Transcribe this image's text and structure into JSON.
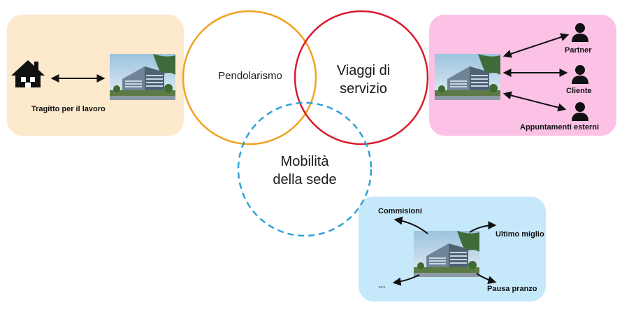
{
  "venn": {
    "commuting": "Pendolarismo",
    "business_travel_line1": "Viaggi di",
    "business_travel_line2": "servizio",
    "site_mobility_line1": "Mobilità",
    "site_mobility_line2": "della sede"
  },
  "commute_panel": {
    "caption": "Tragitto per il lavoro"
  },
  "business_panel": {
    "destinations": [
      "Partner",
      "Cliente",
      "Appuntamenti esterni"
    ]
  },
  "site_panel": {
    "trips": [
      "Commisioni",
      "Ultimo miglio",
      "...",
      "Pausa pranzo"
    ]
  },
  "colors": {
    "commute_bg": "#fde9cc",
    "business_bg": "#fbc2e6",
    "site_bg": "#c6e8fb",
    "commuting_circle": "#f0a21e",
    "business_circle": "#d81b2b",
    "site_circle": "#2fa3d6"
  },
  "icons": {
    "home": "house-icon",
    "person": "person-icon",
    "building": "office-building-photo"
  }
}
